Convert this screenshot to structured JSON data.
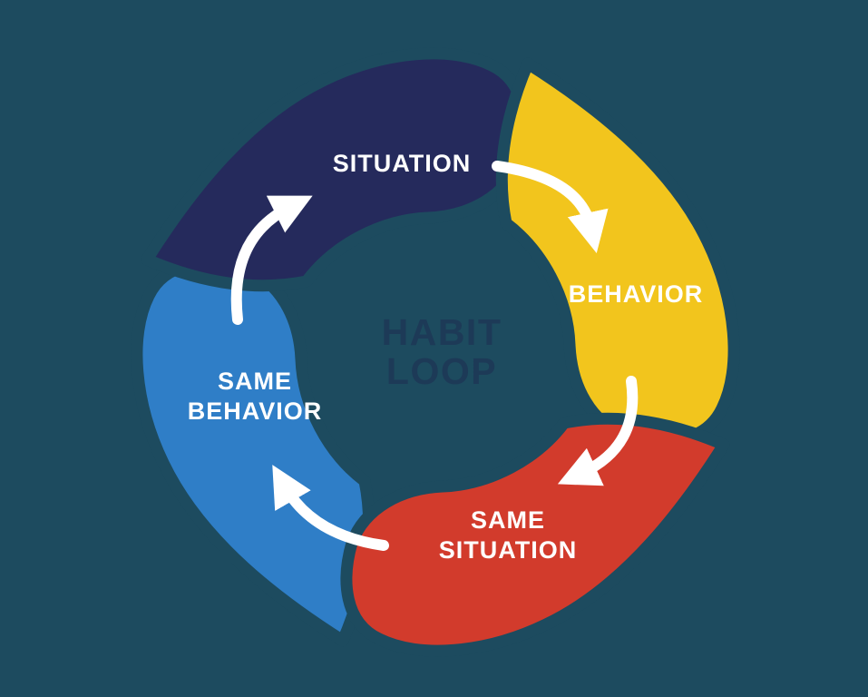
{
  "diagram": {
    "title": {
      "line1": "HABIT",
      "line2": "LOOP"
    },
    "background_color": "#1D4B5F",
    "title_color": "#1D3A57",
    "label_color": "#FFFFFF",
    "arrow_color": "#FFFFFF",
    "segments": [
      {
        "id": "situation",
        "label": "SITUATION",
        "color": "#252A5C"
      },
      {
        "id": "behavior",
        "label": "BEHAVIOR",
        "color": "#F2C51D"
      },
      {
        "id": "same-situation",
        "label_line1": "SAME",
        "label_line2": "SITUATION",
        "color": "#D23B2C"
      },
      {
        "id": "same-behavior",
        "label_line1": "SAME",
        "label_line2": "BEHAVIOR",
        "color": "#2F7EC7"
      }
    ]
  }
}
